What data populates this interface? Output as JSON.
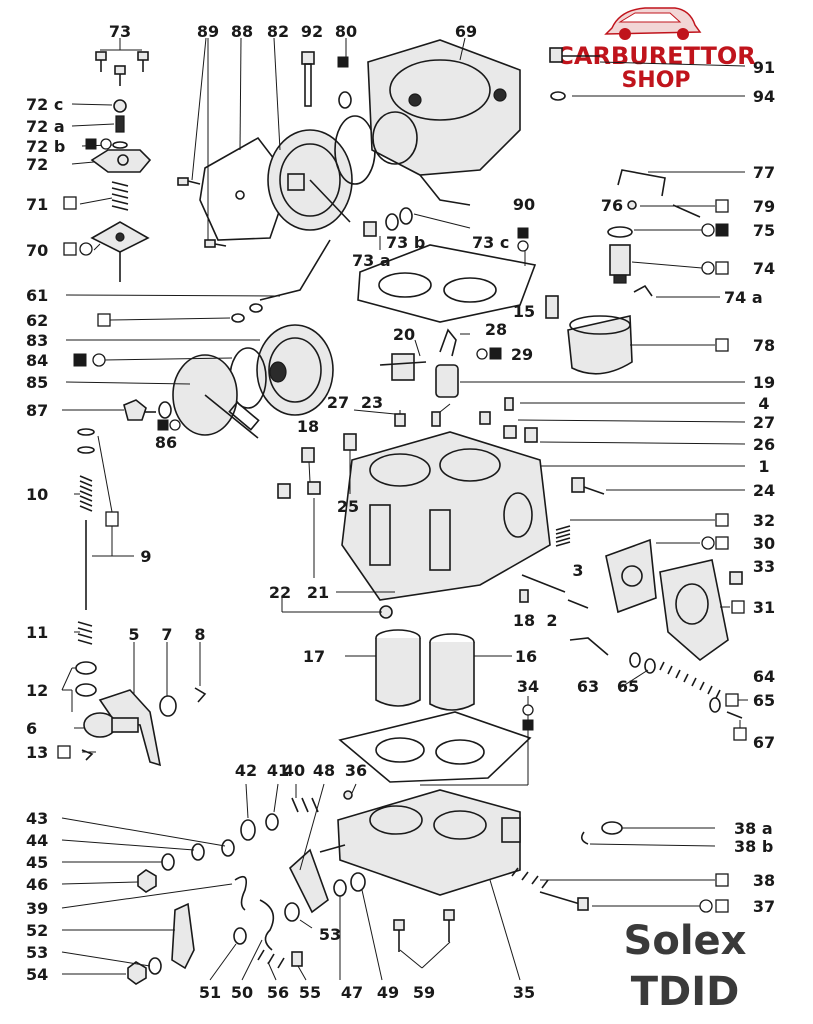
{
  "brand": {
    "line1": "CARBURETTOR",
    "line2": "SHOP",
    "color": "#c0141c"
  },
  "model": {
    "line1": "Solex",
    "line2": "TDID"
  },
  "labels": {
    "l73": "73",
    "l89": "89",
    "l88": "88",
    "l82": "82",
    "l92": "92",
    "l80": "80",
    "l69": "69",
    "l91": "91",
    "l94": "94",
    "l72c": "72 c",
    "l72a": "72 a",
    "l72b": "72 b",
    "l72": "72",
    "l71": "71",
    "l70": "70",
    "l77": "77",
    "l76": "76",
    "l79": "79",
    "l75": "75",
    "l90": "90",
    "l73b": "73 b",
    "l73c": "73 c",
    "l73a": "73 a",
    "l74": "74",
    "l74a": "74 a",
    "l61": "61",
    "l62": "62",
    "l15": "15",
    "l20": "20",
    "l28": "28",
    "l29": "29",
    "l83": "83",
    "l84": "84",
    "l78": "78",
    "l85": "85",
    "l19": "19",
    "l87": "87",
    "l86": "86",
    "l27a": "27",
    "l23": "23",
    "l4": "4",
    "l27b": "27",
    "l26": "26",
    "l18a": "18",
    "l1": "1",
    "l10": "10",
    "l25": "25",
    "l24": "24",
    "l32": "32",
    "l30": "30",
    "l9": "9",
    "l22": "22",
    "l21": "21",
    "l3": "3",
    "l33": "33",
    "l18b": "18",
    "l2": "2",
    "l31": "31",
    "l11": "11",
    "l5": "5",
    "l7": "7",
    "l8": "8",
    "l17": "17",
    "l16": "16",
    "l12": "12",
    "l63": "63",
    "l65a": "65",
    "l64": "64",
    "l34": "34",
    "l65b": "65",
    "l6": "6",
    "l67": "67",
    "l13": "13",
    "l42": "42",
    "l41": "41",
    "l40": "40",
    "l48": "48",
    "l36": "36",
    "l43": "43",
    "l38a": "38 a",
    "l44": "44",
    "l38b": "38 b",
    "l45": "45",
    "l46": "46",
    "l38": "38",
    "l39": "39",
    "l37": "37",
    "l52": "52",
    "l53a": "53",
    "l53b": "53",
    "l54": "54",
    "l51": "51",
    "l50": "50",
    "l56": "56",
    "l55": "55",
    "l47": "47",
    "l49": "49",
    "l59": "59",
    "l35": "35"
  }
}
